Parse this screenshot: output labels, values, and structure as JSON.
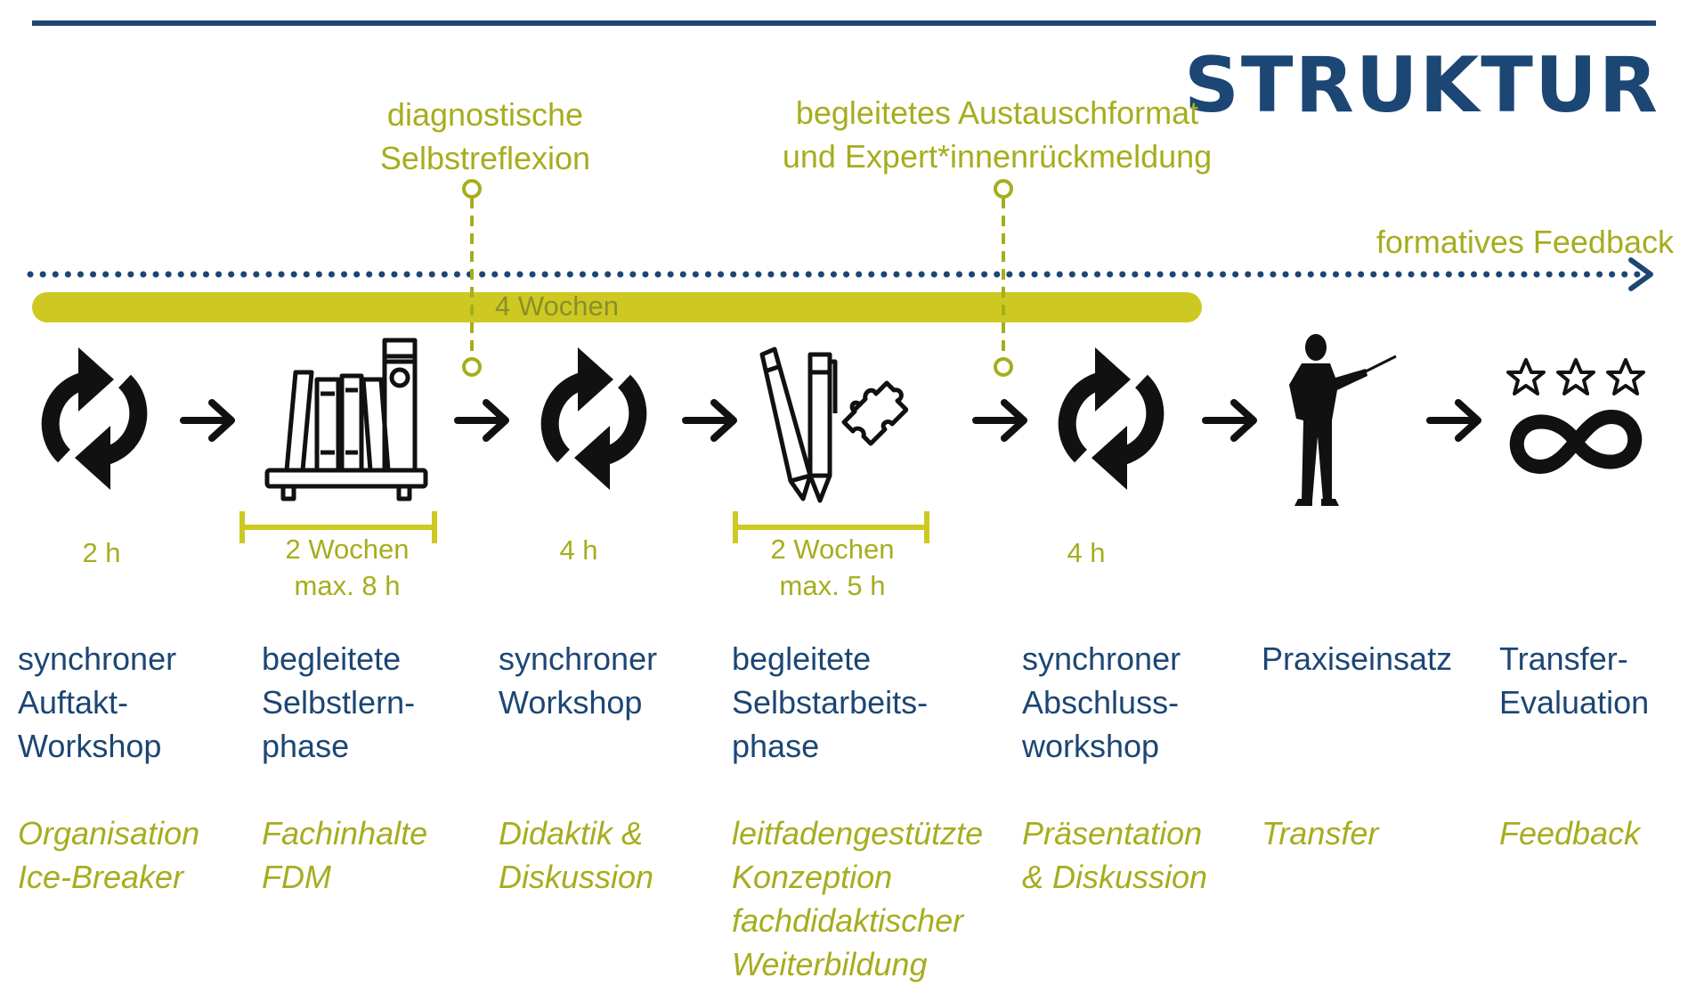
{
  "title": "STRUKTUR",
  "annotations": {
    "diagnostic": [
      "diagnostische",
      "Selbstreflexion"
    ],
    "exchange": [
      "begleitetes Austauschformat",
      "und Expert*innenrückmeldung"
    ],
    "feedback_line": "formatives Feedback"
  },
  "bar": {
    "label": "4 Wochen"
  },
  "durations": {
    "d1": "2 h",
    "d2": [
      "2 Wochen",
      "max. 8 h"
    ],
    "d3": "4 h",
    "d4": [
      "2 Wochen",
      "max. 5 h"
    ],
    "d5": "4 h"
  },
  "phases": [
    {
      "lines": [
        "synchroner",
        "Auftakt-",
        "Workshop"
      ],
      "topics": [
        "Organisation",
        "Ice-Breaker"
      ]
    },
    {
      "lines": [
        "begleitete",
        "Selbstlern-",
        "phase"
      ],
      "topics": [
        "Fachinhalte",
        "FDM"
      ]
    },
    {
      "lines": [
        "synchroner",
        "Workshop"
      ],
      "topics": [
        "Didaktik &",
        "Diskussion"
      ]
    },
    {
      "lines": [
        "begleitete",
        "Selbstarbeits-",
        "phase"
      ],
      "topics": [
        "leitfadengestützte",
        "Konzeption",
        "fachdidaktischer",
        "Weiterbildung"
      ]
    },
    {
      "lines": [
        "synchroner",
        "Abschluss-",
        "workshop"
      ],
      "topics": [
        "Präsentation",
        "& Diskussion"
      ]
    },
    {
      "lines": [
        "Praxiseinsatz"
      ],
      "topics": [
        "Transfer"
      ]
    },
    {
      "lines": [
        "Transfer-",
        "Evaluation"
      ],
      "topics": [
        "Feedback"
      ]
    }
  ],
  "icons": [
    "cycle-icon",
    "bookshelf-icon",
    "cycle-icon",
    "pens-puzzle-icon",
    "cycle-icon",
    "presenter-icon",
    "stars-infinity-icon"
  ],
  "colors": {
    "blue": "#1c4674",
    "olive": "#a6ad1e",
    "bar": "#cdc922"
  }
}
